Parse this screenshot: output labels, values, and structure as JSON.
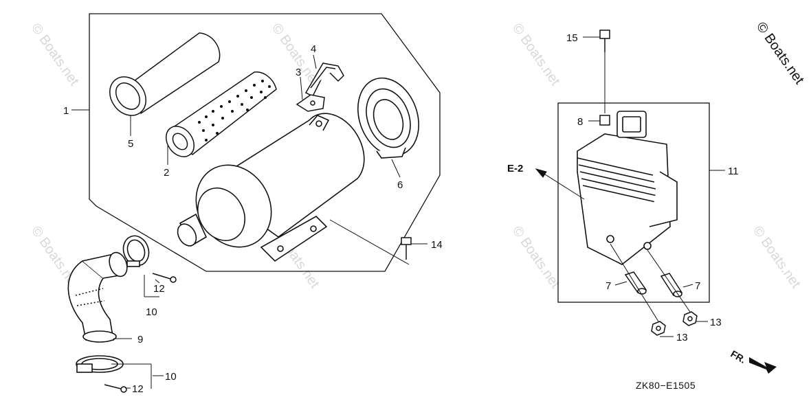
{
  "watermark": "© Boats.net",
  "callouts": {
    "c1": "1",
    "c2": "2",
    "c3": "3",
    "c4": "4",
    "c5": "5",
    "c6": "6",
    "c7a": "7",
    "c7b": "7",
    "c8": "8",
    "c9": "9",
    "c10a": "10",
    "c10b": "10",
    "c11": "11",
    "c12a": "12",
    "c12b": "12",
    "c13a": "13",
    "c13b": "13",
    "c14": "14",
    "c15": "15"
  },
  "reference_label": "E-2",
  "front_label": "FR.",
  "diagram_code": "ZK80−E1505"
}
